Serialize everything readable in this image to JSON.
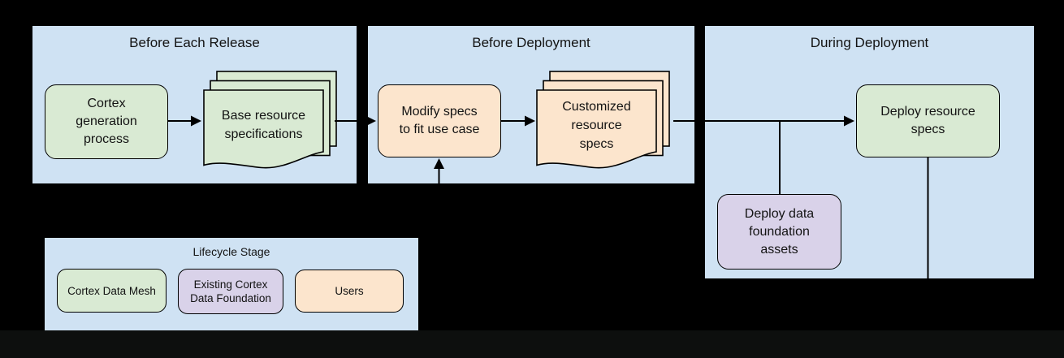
{
  "colors": {
    "canvas_bg": "#000000",
    "footer_strip_bg": "#0d0f0e",
    "panel_bg": "#cfe2f3",
    "node_green": "#d9ead3",
    "node_peach": "#fce5cd",
    "node_purple": "#d9d2e9",
    "stroke": "#000000",
    "text": "#131313"
  },
  "panels": [
    {
      "title": "Before Each Release",
      "nodes": [
        {
          "label": "Cortex\ngeneration\nprocess",
          "kind": "process",
          "color": "green"
        },
        {
          "label": "Base resource\nspecifications",
          "kind": "document-stack",
          "color": "green"
        }
      ]
    },
    {
      "title": "Before Deployment",
      "nodes": [
        {
          "label": "Modify specs\nto fit use case",
          "kind": "process",
          "color": "peach"
        },
        {
          "label": "Customized\nresource\nspecs",
          "kind": "document-stack",
          "color": "peach"
        }
      ]
    },
    {
      "title": "During Deployment",
      "nodes": [
        {
          "label": "Deploy resource\nspecs",
          "kind": "process",
          "color": "green"
        },
        {
          "label": "Deploy data\nfoundation\nassets",
          "kind": "process",
          "color": "purple"
        }
      ]
    }
  ],
  "legend": {
    "title": "Lifecycle Stage",
    "items": [
      {
        "label": "Cortex Data Mesh",
        "color": "green"
      },
      {
        "label": "Existing Cortex\nData Foundation",
        "color": "purple"
      },
      {
        "label": "Users",
        "color": "peach"
      }
    ]
  }
}
